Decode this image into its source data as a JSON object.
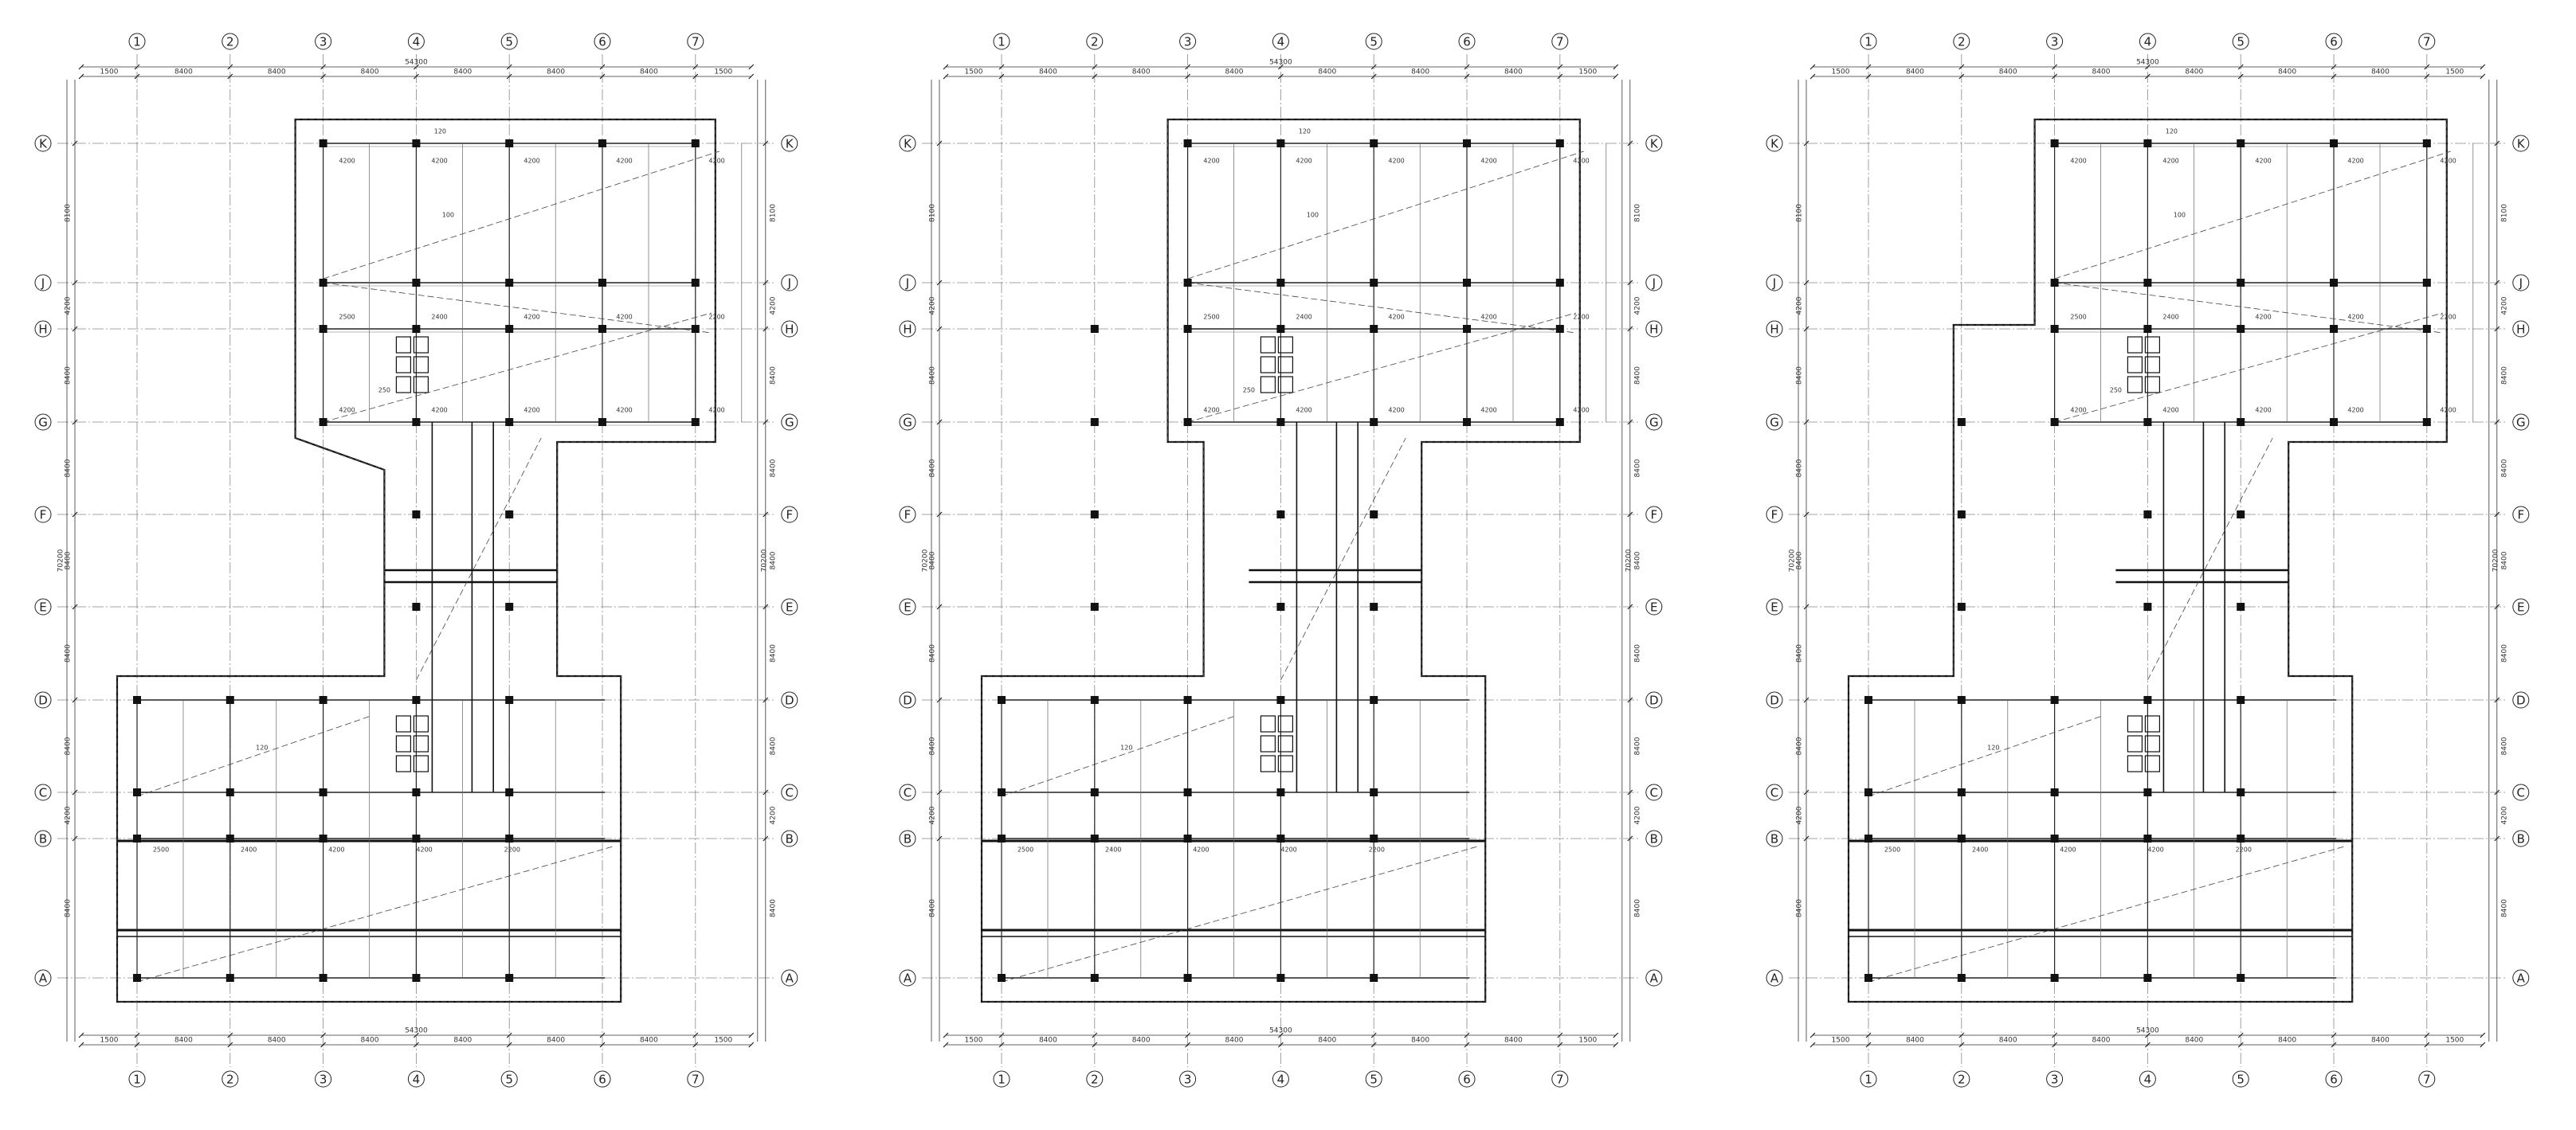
{
  "drawing": {
    "column_axes": [
      "1",
      "2",
      "3",
      "4",
      "5",
      "6",
      "7"
    ],
    "row_axes": [
      "K",
      "J",
      "H",
      "G",
      "F",
      "E",
      "D",
      "C",
      "B",
      "A"
    ],
    "column_spans": [
      "1500",
      "8400",
      "8400",
      "8400",
      "8400",
      "8400",
      "8400",
      "1500"
    ],
    "column_total": "54300",
    "row_spans_left": [
      "8100",
      "4200",
      "8400",
      "8400",
      "8400",
      "8400",
      "8400",
      "4200",
      "8400"
    ],
    "row_spans_right": [
      "8100",
      "4200",
      "8400",
      "8400",
      "8400",
      "8400",
      "8400",
      "4200",
      "8400"
    ],
    "row_total": "70200",
    "slab_labels": [
      "4200",
      "4200",
      "4200",
      "4200",
      "4200",
      "2500",
      "2400",
      "4200",
      "4200",
      "2200"
    ],
    "annotations": [
      "120",
      "100",
      "120",
      "250"
    ]
  },
  "plans": [
    {
      "name": "plan-left"
    },
    {
      "name": "plan-middle"
    },
    {
      "name": "plan-right"
    }
  ]
}
